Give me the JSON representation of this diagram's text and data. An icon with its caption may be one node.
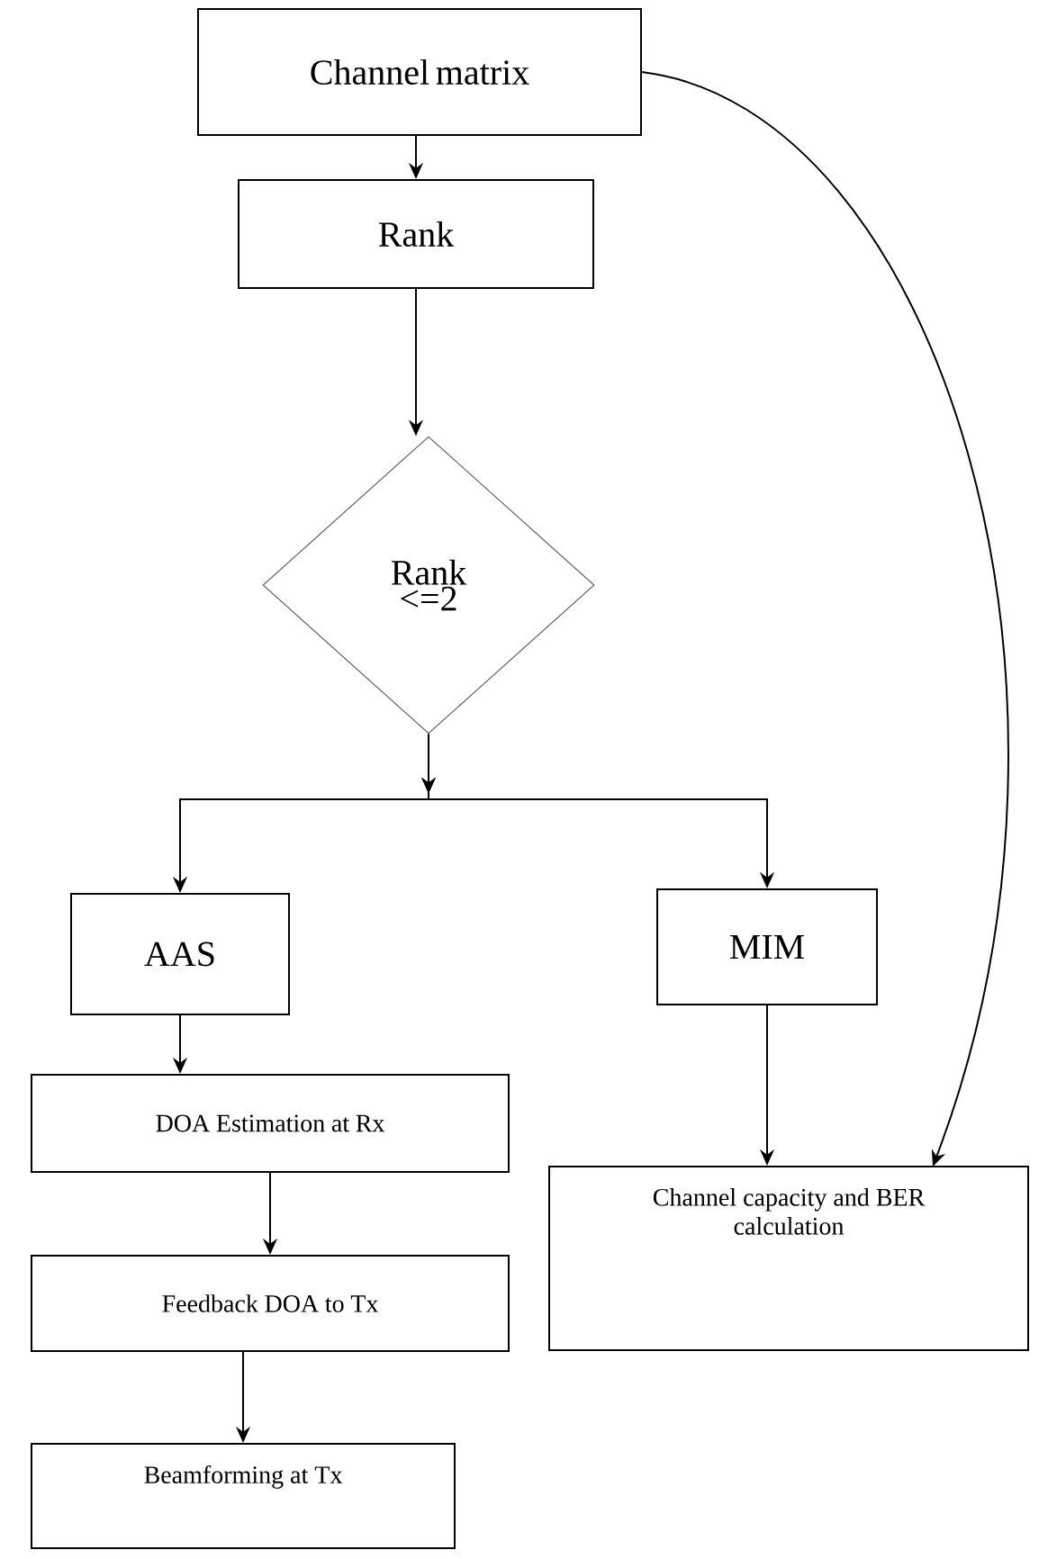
{
  "diagram": {
    "nodes": [
      {
        "text": [
          "Channel matrix"
        ]
      },
      {
        "text": [
          "Rank"
        ]
      },
      {
        "text": [
          "Rank <=2"
        ]
      },
      {
        "text": [
          "AAS"
        ]
      },
      {
        "text": [
          "MIM"
        ]
      },
      {
        "text": [
          "DOA Estimation at Rx"
        ]
      },
      {
        "text": [
          "Feedback DOA to Tx"
        ]
      },
      {
        "text": [
          "Beamforming at Tx"
        ]
      },
      {
        "text": [
          "Channel capacity and BER calculation"
        ]
      }
    ],
    "edges": [
      {
        "from": 0,
        "to": 1,
        "arrow": "to"
      },
      {
        "from": 1,
        "to": 2,
        "arrow": "to"
      },
      {
        "from": 2,
        "to": 3,
        "arrow": "to"
      },
      {
        "from": 2,
        "to": 4,
        "arrow": "to"
      },
      {
        "from": 3,
        "to": 5,
        "arrow": "to"
      },
      {
        "from": 5,
        "to": 6,
        "arrow": "to"
      },
      {
        "from": 6,
        "to": 7,
        "arrow": "to"
      },
      {
        "from": 4,
        "to": 8,
        "arrow": "to"
      },
      {
        "from": 0,
        "to": 8,
        "arrow": "to"
      }
    ]
  }
}
